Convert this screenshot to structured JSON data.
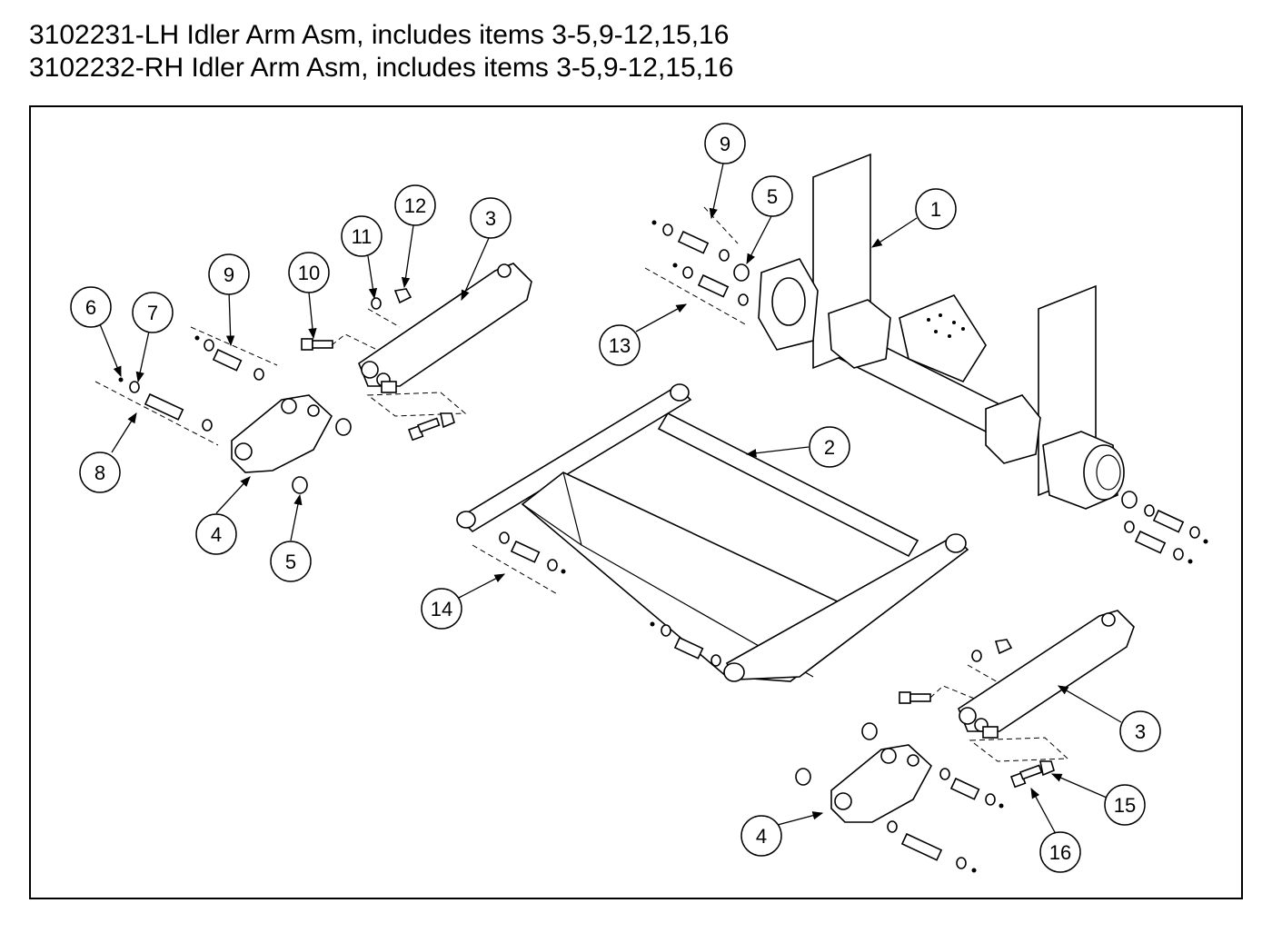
{
  "header": {
    "line1": "3102231-LH Idler Arm Asm, includes items 3-5,9-12,15,16",
    "line2": "3102232-RH Idler Arm Asm, includes items 3-5,9-12,15,16"
  },
  "callouts": {
    "c1": "1",
    "c2": "2",
    "c3a": "3",
    "c3b": "3",
    "c4a": "4",
    "c4b": "4",
    "c5a": "5",
    "c5b": "5",
    "c6": "6",
    "c7": "7",
    "c8": "8",
    "c9a": "9",
    "c9b": "9",
    "c10": "10",
    "c11": "11",
    "c12": "12",
    "c13": "13",
    "c14": "14",
    "c15": "15",
    "c16": "16"
  }
}
